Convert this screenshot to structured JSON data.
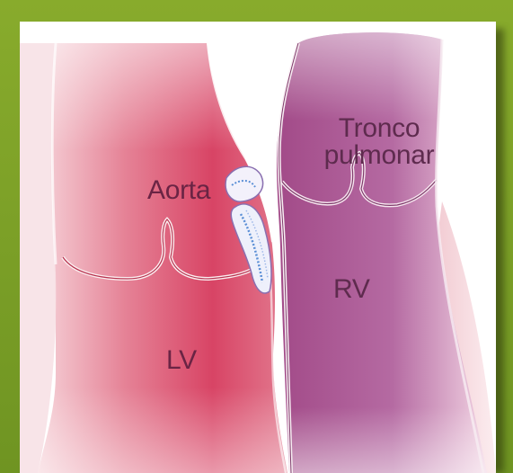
{
  "labels": {
    "tronco_line1": "Tronco",
    "tronco_line2": "pulmonar",
    "aorta": "Aorta",
    "rv": "RV",
    "lv": "LV"
  },
  "colors": {
    "frame": "#7fa22a",
    "aorta": "#d94a6a",
    "pulmonary": "#b05f9a",
    "label_text": "#5e2b4e"
  }
}
